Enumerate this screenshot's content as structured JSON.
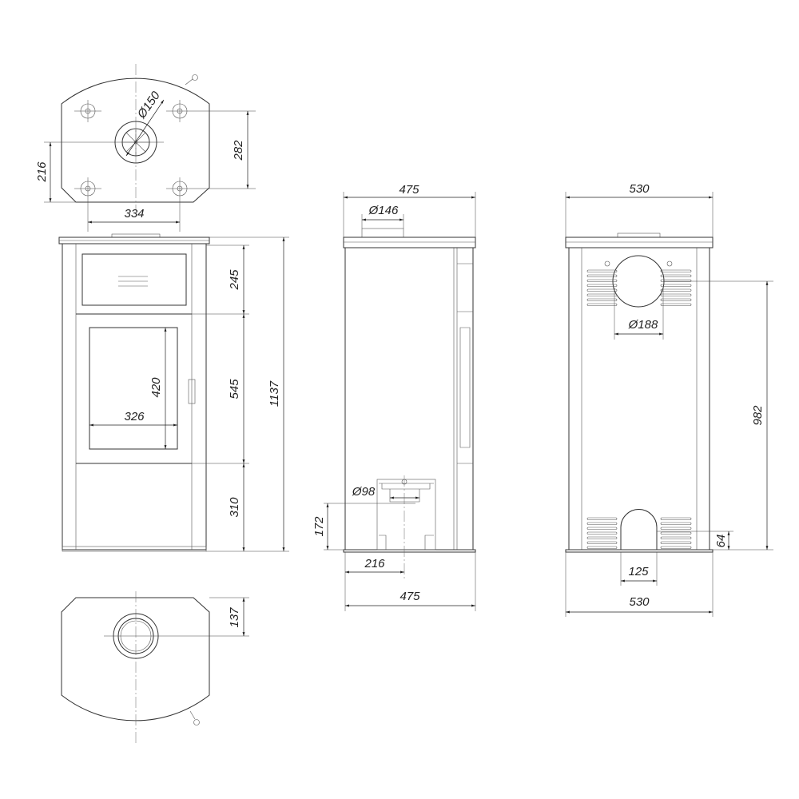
{
  "dimensions": {
    "top_flue_diameter": "Ø150",
    "top_hole_spacing_depth": "282",
    "top_flue_offset": "216",
    "top_hole_spacing_width": "334",
    "front_drawer_height": "245",
    "front_door_section_height": "545",
    "front_bottom_section_height": "310",
    "front_total_height": "1137",
    "front_glass_height": "420",
    "front_glass_width": "326",
    "side_top_depth": "475",
    "side_flue_diameter": "Ø146",
    "side_air_inlet_diameter": "Ø98",
    "side_air_inlet_height": "172",
    "side_air_inlet_offset": "216",
    "side_bottom_depth": "475",
    "back_top_width": "530",
    "back_flue_diameter": "Ø188",
    "back_flue_height": "982",
    "back_inlet_height": "64",
    "back_inlet_width": "125",
    "back_bottom_width": "530",
    "bottom_flue_offset": "137"
  },
  "colors": {
    "line": "#333333",
    "background": "#ffffff"
  }
}
